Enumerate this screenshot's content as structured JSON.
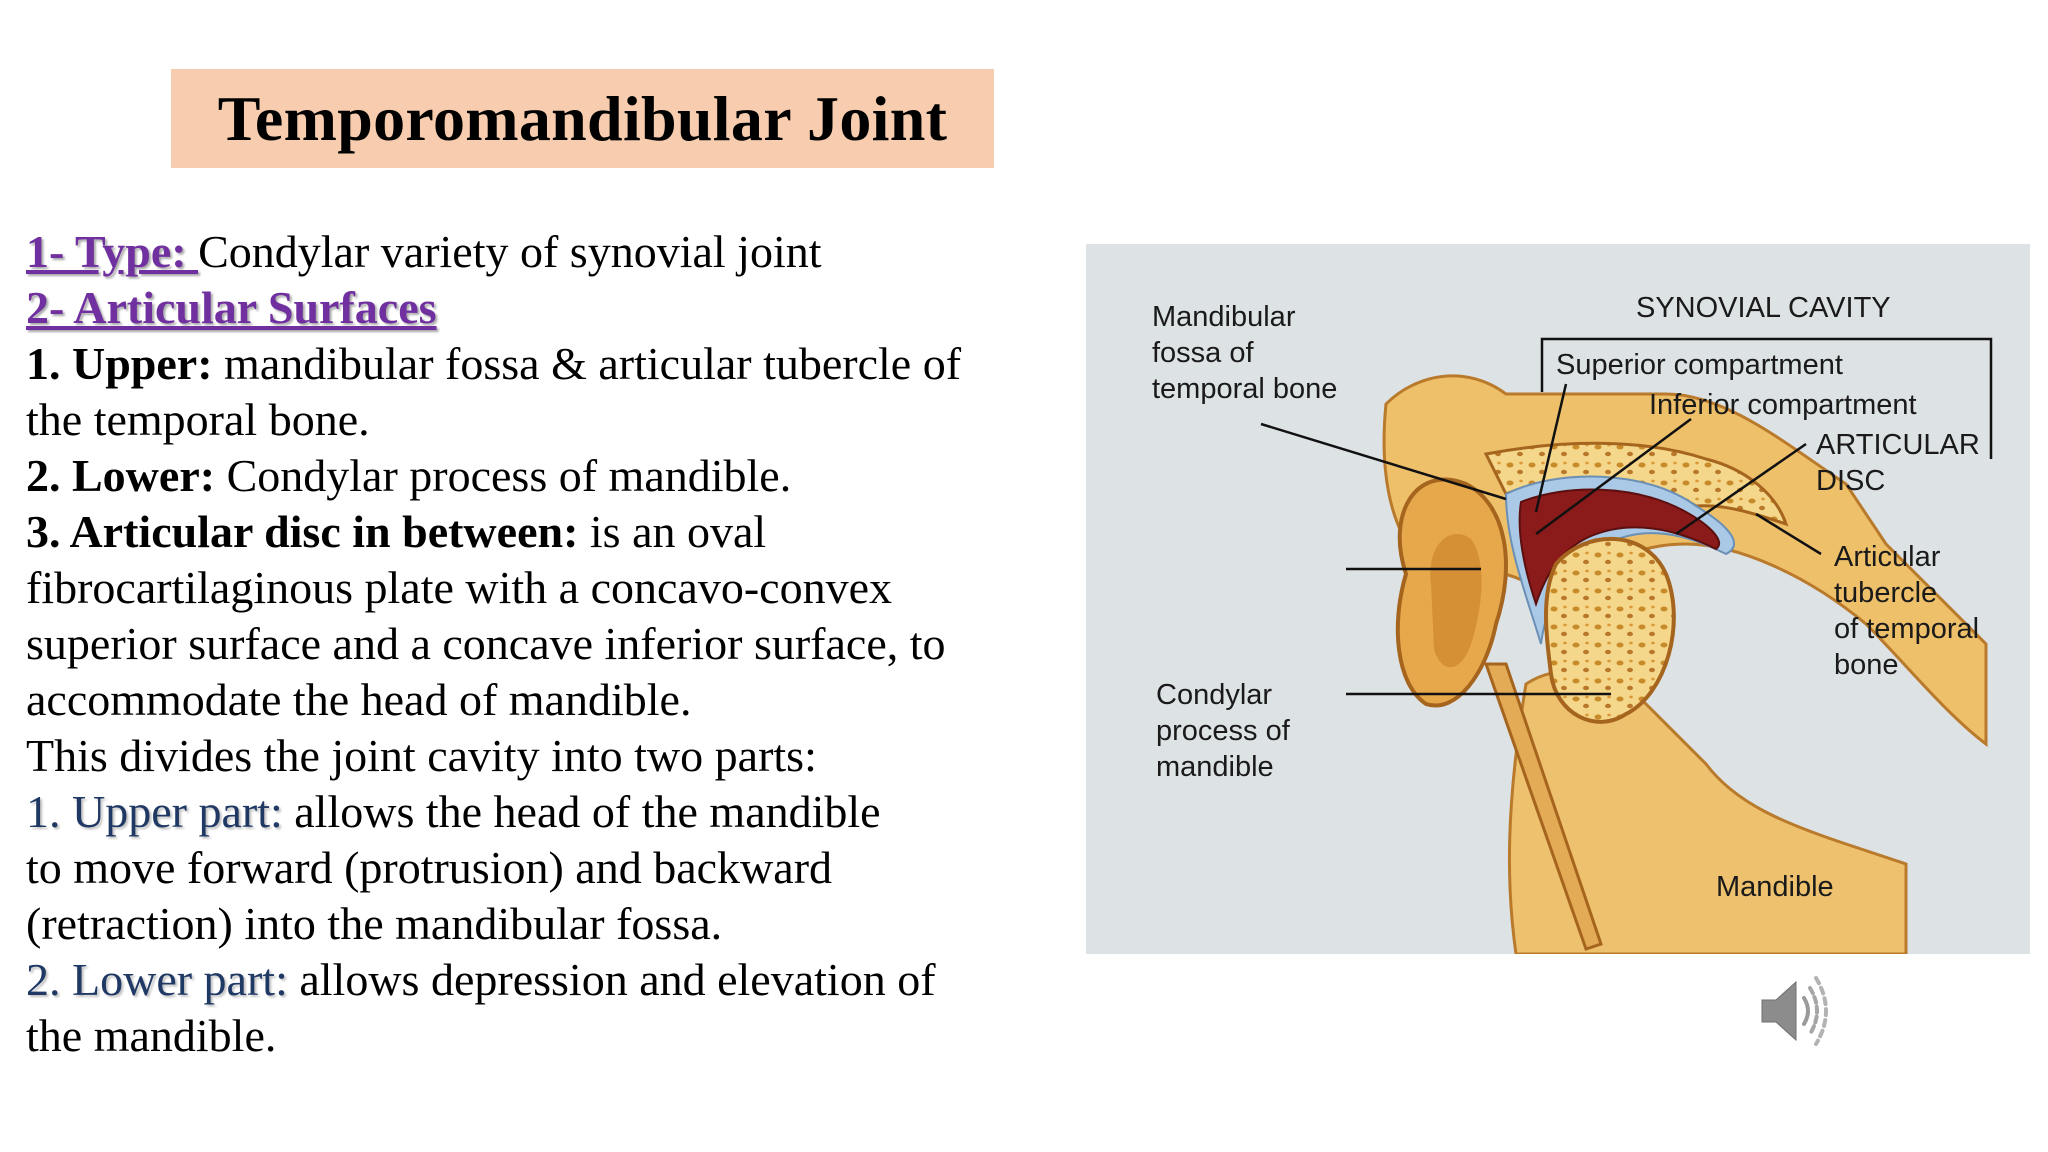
{
  "slide": {
    "title": "Temporomandibular Joint",
    "type_label": "1- Type: ",
    "type_text": "Condylar variety of synovial joint",
    "surfaces_label": "2- Articular Surfaces",
    "upper_label": "1. Upper:",
    "upper_text": " mandibular fossa & articular tubercle of",
    "upper_text_cont": "the temporal bone.",
    "lower_label": "2. Lower:",
    "lower_text": " Condylar process of mandible.",
    "disc_label": "3. Articular disc in between:",
    "disc_text": " is an oval",
    "disc_line2": "fibrocartilaginous plate with a concavo-convex",
    "disc_line3": "superior surface and a concave inferior surface, to",
    "disc_line4": "accommodate the head of mandible.",
    "divides_text": "This divides the joint cavity into two parts:",
    "upper_part_label": "1. Upper part:",
    "upper_part_text": " allows the head of the mandible",
    "upper_part_line2": "to move forward (protrusion) and backward",
    "upper_part_line3": "(retraction) into the mandibular fossa.",
    "lower_part_label": "2. Lower part:",
    "lower_part_text": " allows depression and elevation of",
    "lower_part_line2": "the mandible."
  },
  "figure": {
    "label_mandibular_fossa": [
      "Mandibular",
      "fossa of",
      "temporal bone"
    ],
    "label_synovial_cavity": "SYNOVIAL CAVITY",
    "label_superior_compartment": "Superior compartment",
    "label_inferior_compartment": "Inferior compartment",
    "label_articular_disc": [
      "ARTICULAR",
      "DISC"
    ],
    "label_articular_tubercle": [
      "Articular",
      "tubercle",
      "of temporal",
      "bone"
    ],
    "label_condylar_process": [
      "Condylar",
      "process of",
      "mandible"
    ],
    "label_mandible": "Mandible"
  },
  "icons": {
    "speaker": "speaker-icon"
  },
  "colors": {
    "title_bg": "#f8ccae",
    "link_purple": "#7030a0",
    "part_blue": "#1f3864",
    "figure_bg": "#dde2e5"
  }
}
